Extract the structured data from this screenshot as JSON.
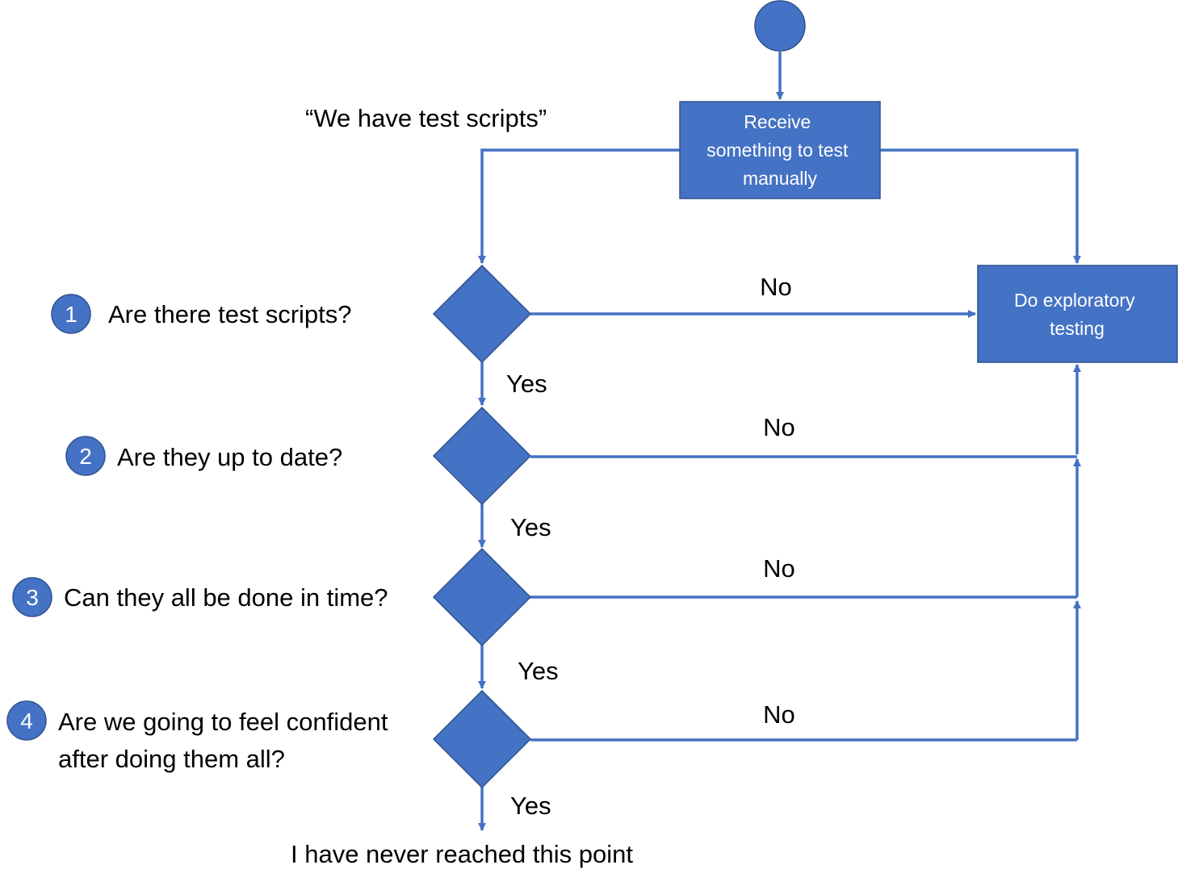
{
  "colors": {
    "shape_fill": "#4472C4",
    "shape_stroke": "#2F528F",
    "connector": "#4472C4",
    "text": "#000000",
    "box_text": "#ffffff"
  },
  "quote": "“We have test scripts”",
  "start_box": {
    "lines": [
      "Receive",
      "something to test",
      "manually"
    ]
  },
  "exploratory_box": {
    "lines": [
      "Do exploratory",
      "testing"
    ]
  },
  "questions": [
    {
      "number": "1",
      "lines": [
        "Are there test scripts?"
      ]
    },
    {
      "number": "2",
      "lines": [
        "Are they up to date?"
      ]
    },
    {
      "number": "3",
      "lines": [
        "Can they all be done in time?"
      ]
    },
    {
      "number": "4",
      "lines": [
        "Are we going to feel confident",
        "after doing them all?"
      ]
    }
  ],
  "yes_label": "Yes",
  "no_label": "No",
  "end_text": "I have never reached this point"
}
